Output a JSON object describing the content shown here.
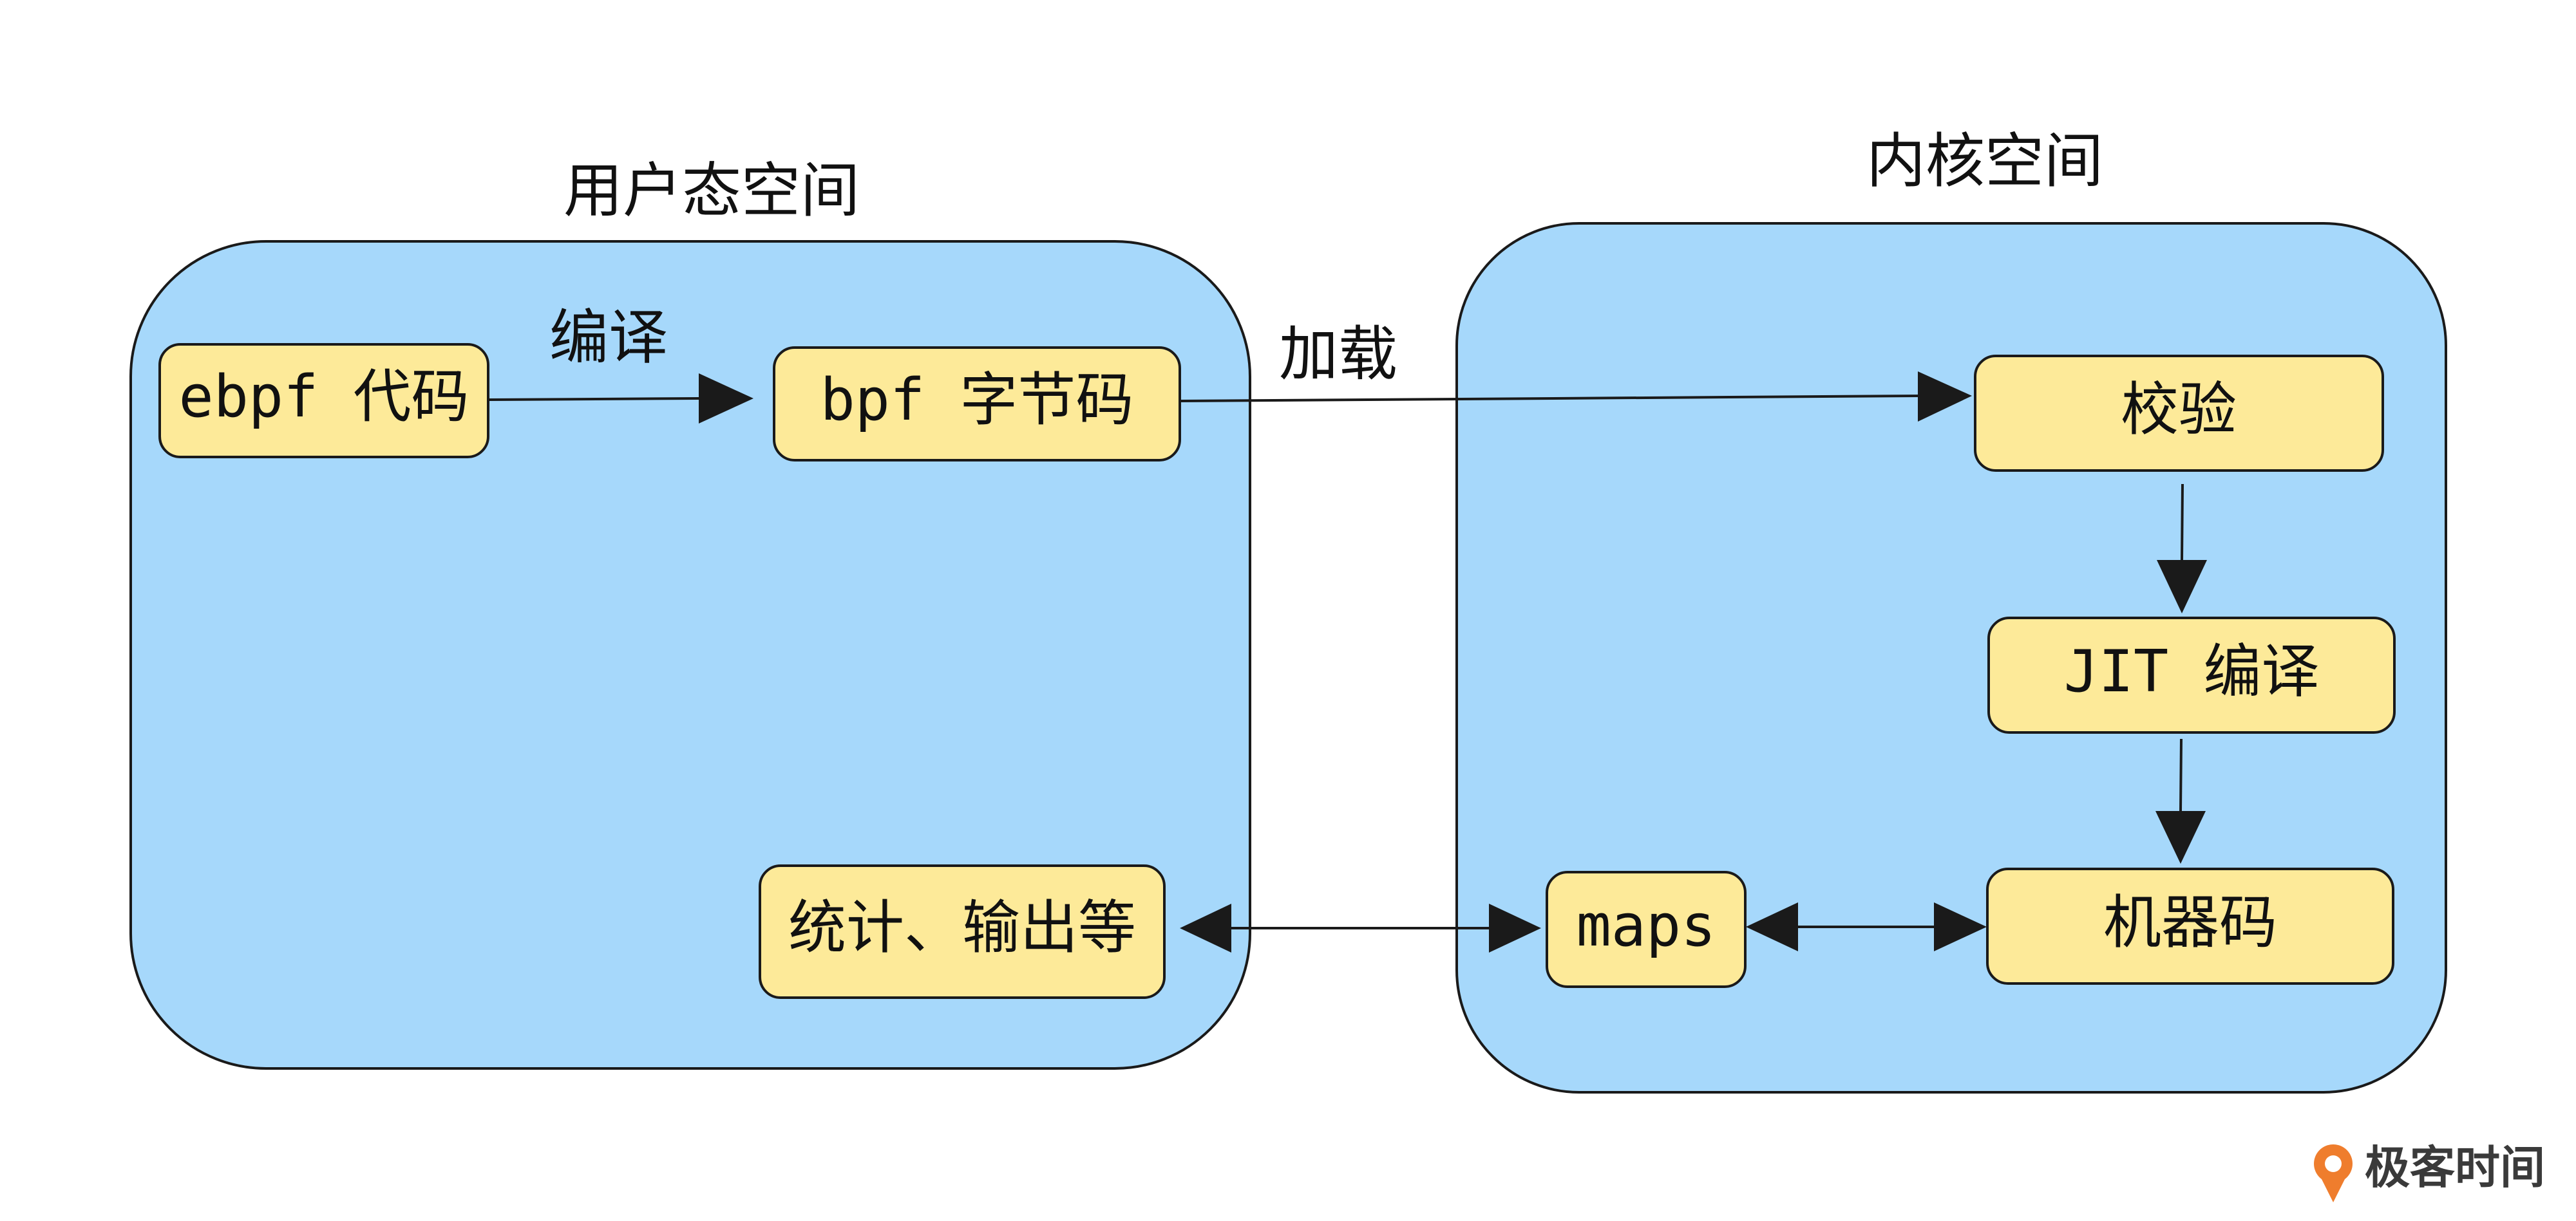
{
  "regions": {
    "user_space": {
      "title": "用户态空间"
    },
    "kernel_space": {
      "title": "内核空间"
    }
  },
  "nodes": {
    "ebpf_code": "ebpf 代码",
    "bpf_bytecode": "bpf 字节码",
    "stats_output": "统计、输出等",
    "verify": "校验",
    "jit_compile": "JIT 编译",
    "machine_code": "机器码",
    "maps": "maps"
  },
  "edges": {
    "compile_label": "编译",
    "load_label": "加载"
  },
  "logo": {
    "text": "极客时间",
    "brand_color": "#ef7d2d"
  },
  "colors": {
    "region_fill": "#a6d8fb",
    "node_fill": "#fdea99",
    "stroke": "#1a1a1a"
  }
}
